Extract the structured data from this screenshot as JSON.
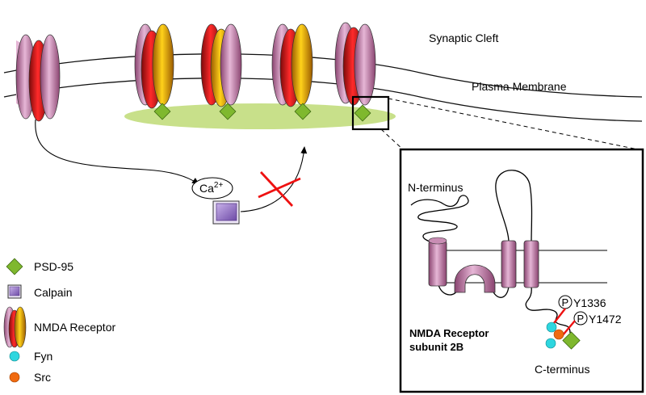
{
  "labels": {
    "synaptic_cleft": "Synaptic Cleft",
    "plasma_membrane": "Plasma Membrane",
    "calcium": "Ca",
    "calcium_charge": "2+"
  },
  "inset": {
    "n_terminus": "N-terminus",
    "c_terminus": "C-terminus",
    "subunit_line1": "NMDA Receptor",
    "subunit_line2": "subunit 2B",
    "phospho_symbol": "P",
    "site_1": "Y1336",
    "site_2": "Y1472"
  },
  "legend": {
    "psd95": "PSD-95",
    "calpain": "Calpain",
    "nmda": "NMDA Receptor",
    "fyn": "Fyn",
    "src": "Src"
  },
  "colors": {
    "psd95": "#7fb82e",
    "psd95_cluster": "#c8e08a",
    "calpain": "#9b74c9",
    "receptor_red": "#e0151a",
    "receptor_pink": "#d9a3c8",
    "receptor_yellow": "#e8b800",
    "fyn": "#2ed6df",
    "src": "#f06a10",
    "inhibit_cross": "#ee1111"
  }
}
